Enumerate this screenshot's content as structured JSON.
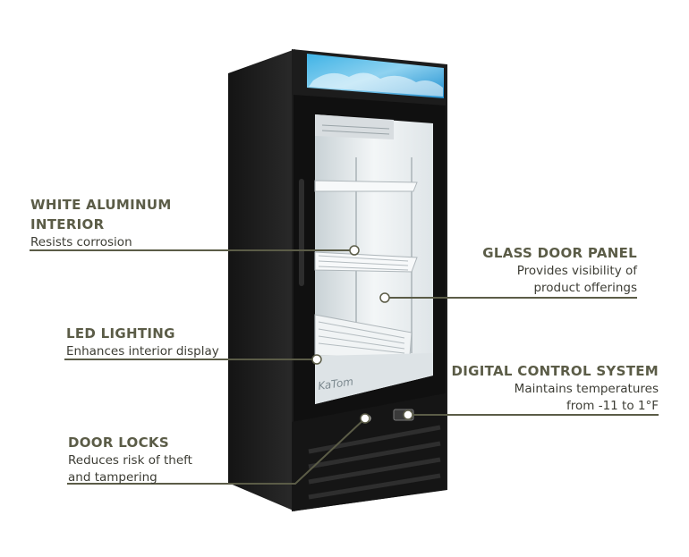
{
  "product": {
    "brand_logo": "KaTom"
  },
  "callouts": {
    "white_aluminum_interior": {
      "title_line1": "WHITE ALUMINUM",
      "title_line2": "INTERIOR",
      "desc_line1": "Resists corrosion"
    },
    "led_lighting": {
      "title_line1": "LED LIGHTING",
      "desc_line1": "Enhances interior display"
    },
    "door_locks": {
      "title_line1": "DOOR LOCKS",
      "desc_line1": "Reduces risk of theft",
      "desc_line2": "and tampering"
    },
    "glass_door_panel": {
      "title_line1": "GLASS DOOR PANEL",
      "desc_line1": "Provides visibility of",
      "desc_line2": "product offerings"
    },
    "digital_control_system": {
      "title_line1": "DIGITAL CONTROL SYSTEM",
      "desc_line1": "Maintains temperatures",
      "desc_line2": "from -11 to 1°F"
    }
  },
  "colors": {
    "callout_title": "#5b5c47",
    "callout_line": "#5b5c47",
    "cabinet": "#1b1b1b",
    "interior": "#e9eef0"
  }
}
